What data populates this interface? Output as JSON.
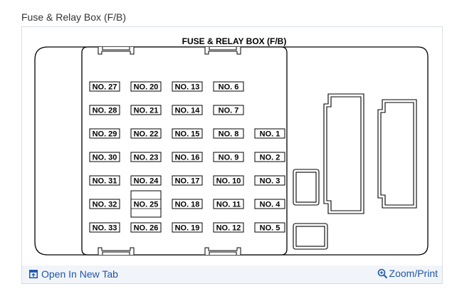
{
  "page": {
    "title": "Fuse & Relay Box (F/B)"
  },
  "diagram": {
    "title": "FUSE & RELAY BOX (F/B)",
    "fuse_columns": [
      [
        "NO. 27",
        "NO. 28",
        "NO. 29",
        "NO. 30",
        "NO. 31",
        "NO. 32",
        "NO. 33"
      ],
      [
        "NO. 20",
        "NO. 21",
        "NO. 22",
        "NO. 23",
        "NO. 24",
        "NO. 25",
        "NO. 26"
      ],
      [
        "NO. 13",
        "NO. 14",
        "NO. 15",
        "NO. 16",
        "NO. 17",
        "NO. 18",
        "NO. 19"
      ],
      [
        "NO. 6",
        "NO. 7",
        "NO. 8",
        "NO. 9",
        "NO. 10",
        "NO. 11",
        "NO. 12"
      ],
      [
        "",
        "",
        "NO. 1",
        "NO. 2",
        "NO. 3",
        "NO. 4",
        "NO. 5"
      ]
    ]
  },
  "footer": {
    "open_label": "Open In New Tab",
    "zoom_label": "Zoom/Print",
    "link_color": "#1f57a8"
  }
}
